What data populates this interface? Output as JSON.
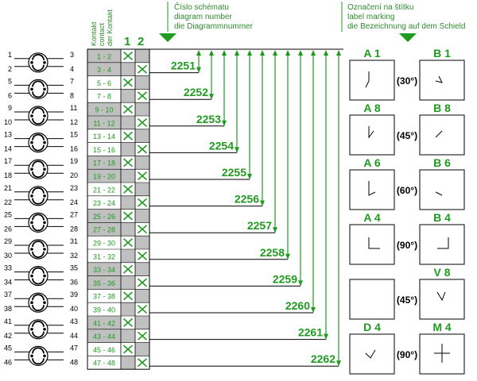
{
  "header": {
    "diagram_number_lines": [
      "Číslo schématu",
      "diagram number",
      "die Diagrammnummer"
    ],
    "label_marking_lines": [
      "Označení na štítku",
      "label marking",
      "die Bezeichnung auf dem Schield"
    ],
    "contact_column_lines": [
      "Kontakt",
      "contact",
      "der Kontakt"
    ],
    "col1": "1",
    "col2": "2"
  },
  "colors": {
    "green": "#1e9b1e",
    "grey": "#c0c0c0",
    "black": "#000000"
  },
  "switches": [
    {
      "left": [
        "1",
        "2"
      ],
      "right": [
        "3",
        "4"
      ]
    },
    {
      "left": [
        "5",
        "6"
      ],
      "right": [
        "7",
        "8"
      ]
    },
    {
      "left": [
        "9",
        "10"
      ],
      "right": [
        "11",
        "12"
      ]
    },
    {
      "left": [
        "13",
        "14"
      ],
      "right": [
        "15",
        "16"
      ]
    },
    {
      "left": [
        "17",
        "18"
      ],
      "right": [
        "19",
        "20"
      ]
    },
    {
      "left": [
        "21",
        "22"
      ],
      "right": [
        "23",
        "24"
      ]
    },
    {
      "left": [
        "25",
        "26"
      ],
      "right": [
        "27",
        "28"
      ]
    },
    {
      "left": [
        "29",
        "30"
      ],
      "right": [
        "31",
        "32"
      ]
    },
    {
      "left": [
        "33",
        "34"
      ],
      "right": [
        "35",
        "36"
      ]
    },
    {
      "left": [
        "37",
        "38"
      ],
      "right": [
        "39",
        "40"
      ]
    },
    {
      "left": [
        "41",
        "42"
      ],
      "right": [
        "43",
        "44"
      ]
    },
    {
      "left": [
        "45",
        "46"
      ],
      "right": [
        "47",
        "48"
      ]
    }
  ],
  "contacts": [
    {
      "pair": "1 - 2",
      "shaded": true,
      "x1": true,
      "x2": false
    },
    {
      "pair": "3 - 4",
      "shaded": true,
      "x1": false,
      "x2": true
    },
    {
      "pair": "5 - 6",
      "shaded": false,
      "x1": true,
      "x2": false
    },
    {
      "pair": "7 - 8",
      "shaded": false,
      "x1": false,
      "x2": true
    },
    {
      "pair": "9 - 10",
      "shaded": true,
      "x1": true,
      "x2": false
    },
    {
      "pair": "11 - 12",
      "shaded": true,
      "x1": false,
      "x2": true
    },
    {
      "pair": "13 - 14",
      "shaded": false,
      "x1": true,
      "x2": false
    },
    {
      "pair": "15 - 16",
      "shaded": false,
      "x1": false,
      "x2": true
    },
    {
      "pair": "17 - 18",
      "shaded": true,
      "x1": true,
      "x2": false
    },
    {
      "pair": "19 - 20",
      "shaded": true,
      "x1": false,
      "x2": true
    },
    {
      "pair": "21 - 22",
      "shaded": false,
      "x1": true,
      "x2": false
    },
    {
      "pair": "23 - 24",
      "shaded": false,
      "x1": false,
      "x2": true
    },
    {
      "pair": "25 - 26",
      "shaded": true,
      "x1": true,
      "x2": false
    },
    {
      "pair": "27 - 28",
      "shaded": true,
      "x1": false,
      "x2": true
    },
    {
      "pair": "29 - 30",
      "shaded": false,
      "x1": true,
      "x2": false
    },
    {
      "pair": "31 - 32",
      "shaded": false,
      "x1": false,
      "x2": true
    },
    {
      "pair": "33 - 34",
      "shaded": true,
      "x1": true,
      "x2": false
    },
    {
      "pair": "35 - 36",
      "shaded": true,
      "x1": false,
      "x2": true
    },
    {
      "pair": "37 - 38",
      "shaded": false,
      "x1": true,
      "x2": false
    },
    {
      "pair": "39 - 40",
      "shaded": false,
      "x1": false,
      "x2": true
    },
    {
      "pair": "41 - 42",
      "shaded": true,
      "x1": true,
      "x2": false
    },
    {
      "pair": "43 - 44",
      "shaded": true,
      "x1": false,
      "x2": true
    },
    {
      "pair": "45 - 46",
      "shaded": false,
      "x1": true,
      "x2": false
    },
    {
      "pair": "47 - 48",
      "shaded": false,
      "x1": false,
      "x2": true
    }
  ],
  "diagrams": [
    "2251",
    "2252",
    "2253",
    "2254",
    "2255",
    "2256",
    "2257",
    "2258",
    "2259",
    "2260",
    "2261",
    "2262"
  ],
  "markings": [
    {
      "a": "A 1",
      "b": "B 1",
      "angle": "(30°)"
    },
    {
      "a": "A 8",
      "b": "B 8",
      "angle": "(45°)"
    },
    {
      "a": "A 6",
      "b": "B 6",
      "angle": "(60°)"
    },
    {
      "a": "A 4",
      "b": "B 4",
      "angle": "(90°)"
    },
    {
      "a": "",
      "b": "V 8",
      "angle": "(45°)"
    },
    {
      "a": "D 4",
      "b": "M 4",
      "angle": "(90°)"
    }
  ]
}
